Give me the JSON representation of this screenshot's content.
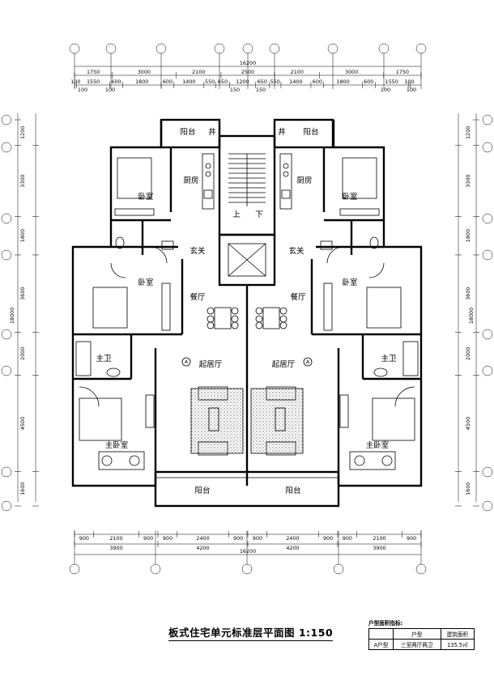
{
  "drawing": {
    "title": "板式住宅单元标准层平面图  1:150",
    "overall_dimension": "16200",
    "top_dimensions_row1": [
      "1750",
      "3000",
      "2100",
      "2500",
      "2100",
      "3000",
      "1750"
    ],
    "top_dimensions_row2": [
      "100",
      "1550",
      "600",
      "1800",
      "600",
      "1400",
      "550",
      "650",
      "1200",
      "650",
      "550",
      "1400",
      "600",
      "1800",
      "600",
      "1550",
      "100"
    ],
    "top_small_marks": [
      "100",
      "100",
      "150",
      "150",
      "100",
      "100"
    ],
    "side_dimensions": [
      "1200",
      "3300",
      "1800",
      "3600",
      "2000",
      "4500",
      "1600"
    ],
    "side_total": "18000",
    "bottom_dimensions_row1": [
      "900",
      "2100",
      "900",
      "900",
      "2400",
      "900",
      "900",
      "2400",
      "900",
      "900",
      "2100",
      "900"
    ],
    "bottom_dimensions_row2": [
      "3900",
      "4200",
      "4200",
      "3900"
    ],
    "section_marker": "A"
  },
  "rooms": {
    "balcony": "阳台",
    "shaft": "井",
    "kitchen": "厨房",
    "bedroom": "卧室",
    "stair_up": "上",
    "stair_down": "下",
    "foyer": "玄关",
    "dining": "餐厅",
    "living": "起居厅",
    "master_bath": "主卫",
    "master_bedroom": "主卧室"
  },
  "area_table": {
    "caption": "户型面积指标:",
    "headers": [
      "",
      "户型",
      "建筑面积"
    ],
    "row": [
      "A户型",
      "三室两厅两卫",
      "135.5㎡"
    ]
  }
}
